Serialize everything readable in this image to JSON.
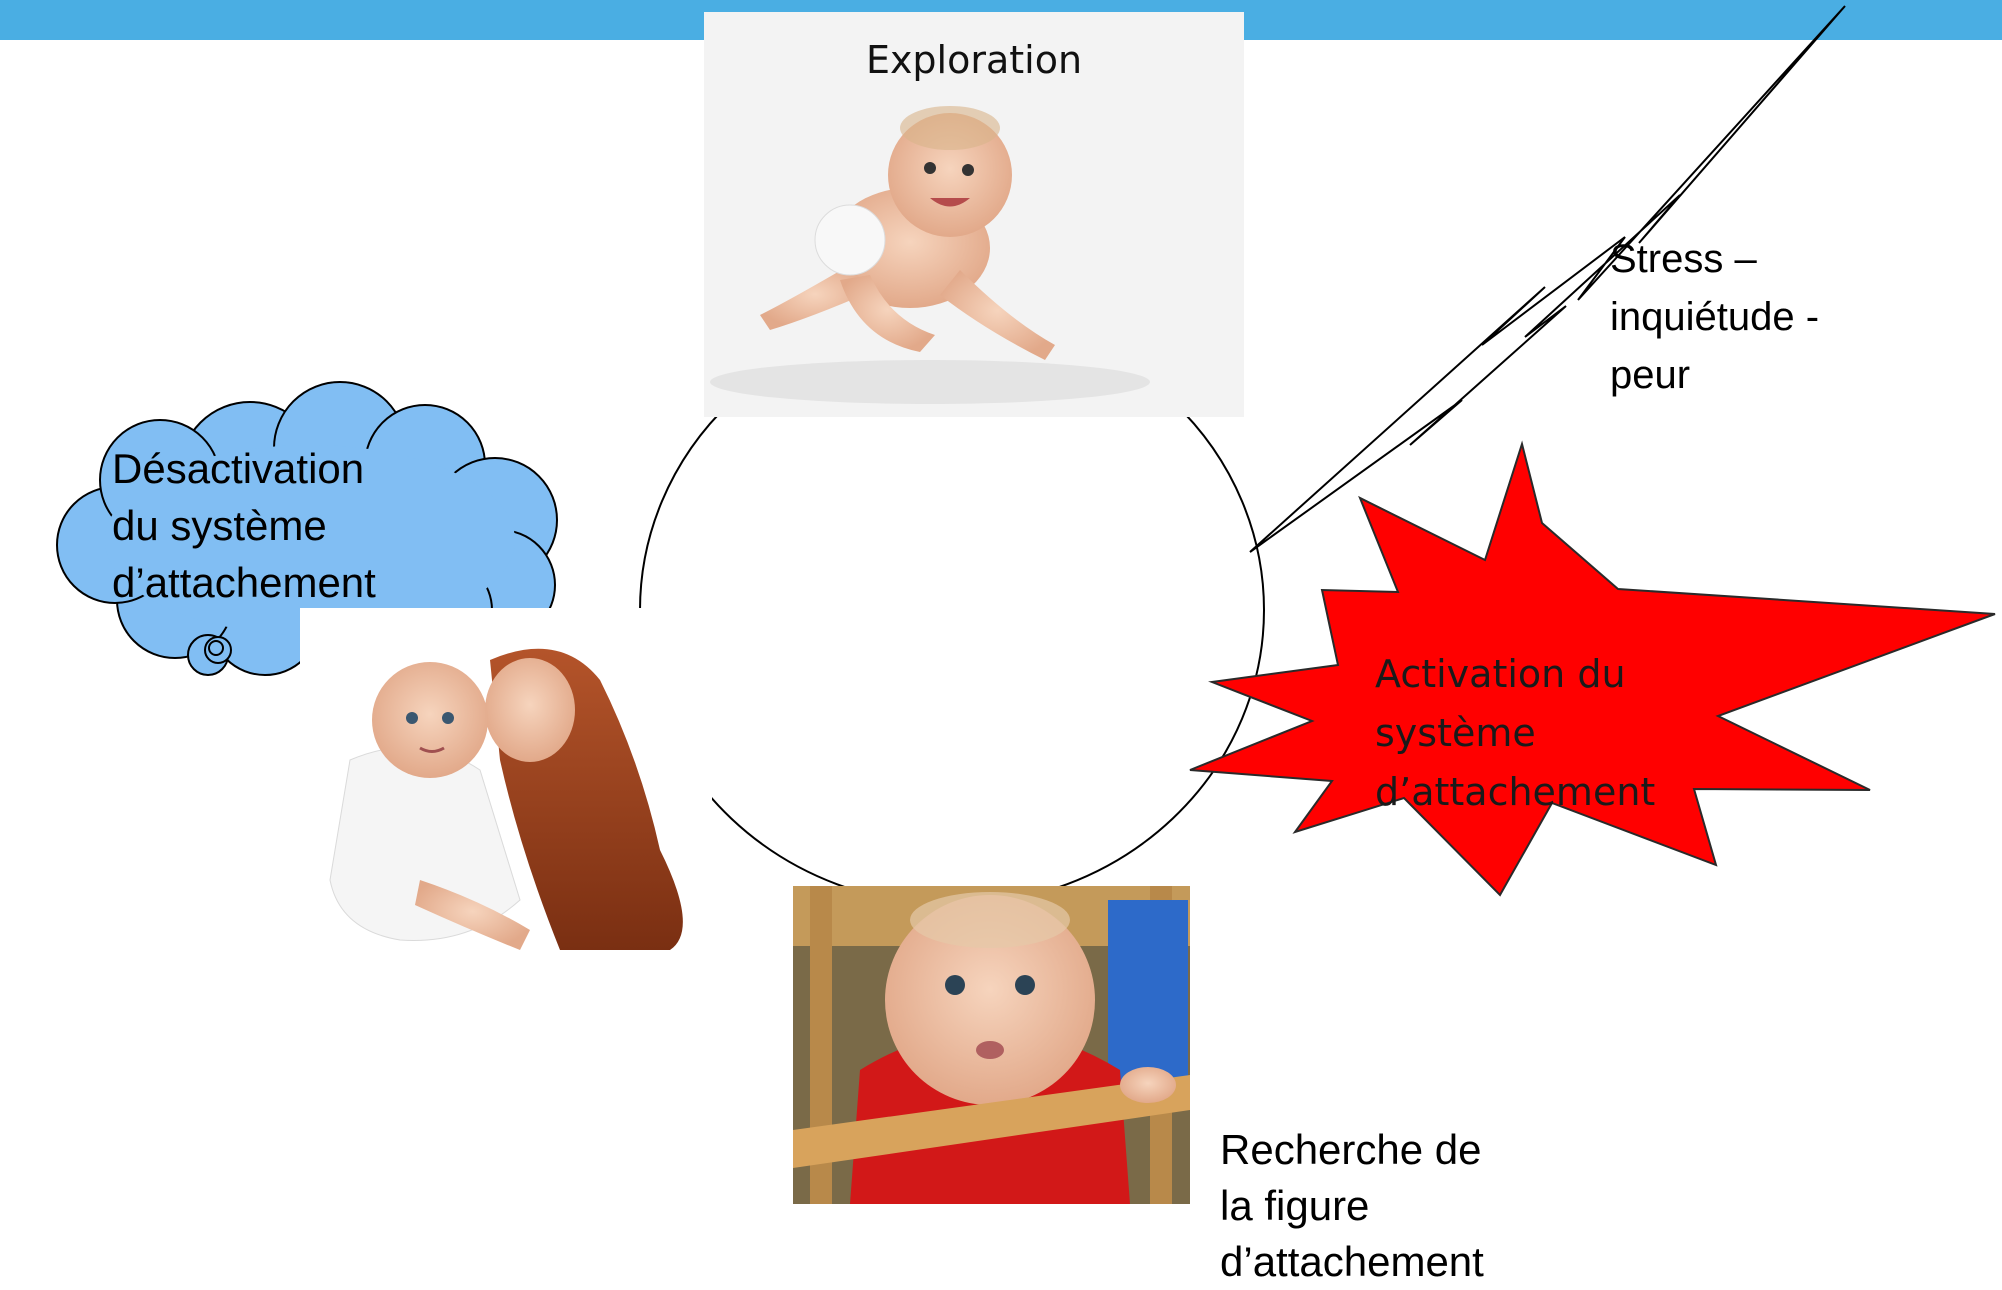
{
  "colors": {
    "header": "#4aaee3",
    "cloud_fill": "#81bef3",
    "burst_fill": "#ff0000",
    "outline": "#000000"
  },
  "labels": {
    "exploration": "Exploration",
    "stress": [
      "Stress –",
      "inquiétude -",
      "peur"
    ],
    "deactivation": [
      "Désactivation",
      "du système",
      "d’attachement"
    ],
    "activation": [
      "Activation du",
      "système",
      "d’attachement"
    ],
    "search": [
      "Recherche de",
      "la figure",
      "d’attachement"
    ]
  }
}
